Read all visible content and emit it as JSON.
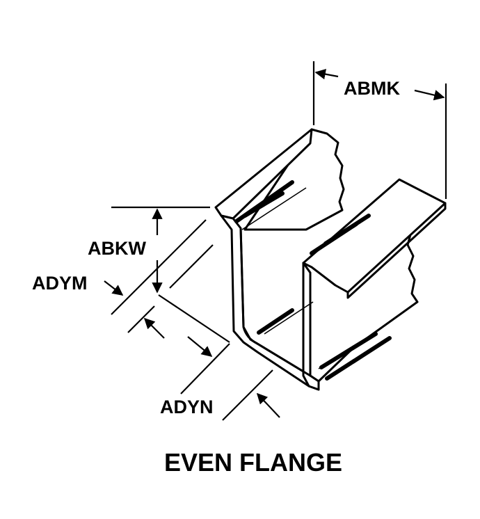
{
  "labels": {
    "abmk": "ABMK",
    "abkw": "ABKW",
    "adym": "ADYM",
    "adyn": "ADYN"
  },
  "caption": "EVEN FLANGE"
}
